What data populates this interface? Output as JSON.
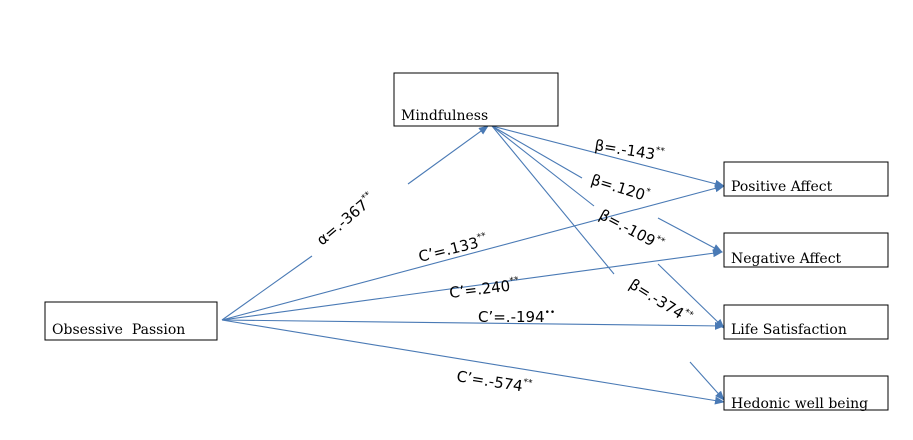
{
  "colors": {
    "arrow": "#4a7ab5",
    "box_border": "#000000",
    "text": "#000000"
  },
  "nodes": {
    "mindfulness": "Mindfulness",
    "obsessive_passion": "Obsessive  Passion",
    "positive_affect": "Positive Affect",
    "negative_affect": "Negative Affect",
    "life_satisfaction": "Life Satisfaction",
    "hedonic_well_being": "Hedonic well being"
  },
  "coefficients": {
    "a_path": {
      "text": "α=.-367",
      "sig": "**"
    },
    "b_positive": {
      "text": "β=.-143",
      "sig": "**"
    },
    "b_negative": {
      "text": "β=.120",
      "sig": "*"
    },
    "b_life": {
      "text": "β=.-109",
      "sig": "**"
    },
    "b_hedonic": {
      "text": "β=.-374",
      "sig": "**"
    },
    "c_positive": {
      "text": "C’=.133",
      "sig": "**"
    },
    "c_negative": {
      "text": "C’=.240",
      "sig": "**"
    },
    "c_life": {
      "text": "C’=.-194",
      "sig": "••"
    },
    "c_hedonic": {
      "text": "C’=.-574",
      "sig": "**"
    }
  }
}
